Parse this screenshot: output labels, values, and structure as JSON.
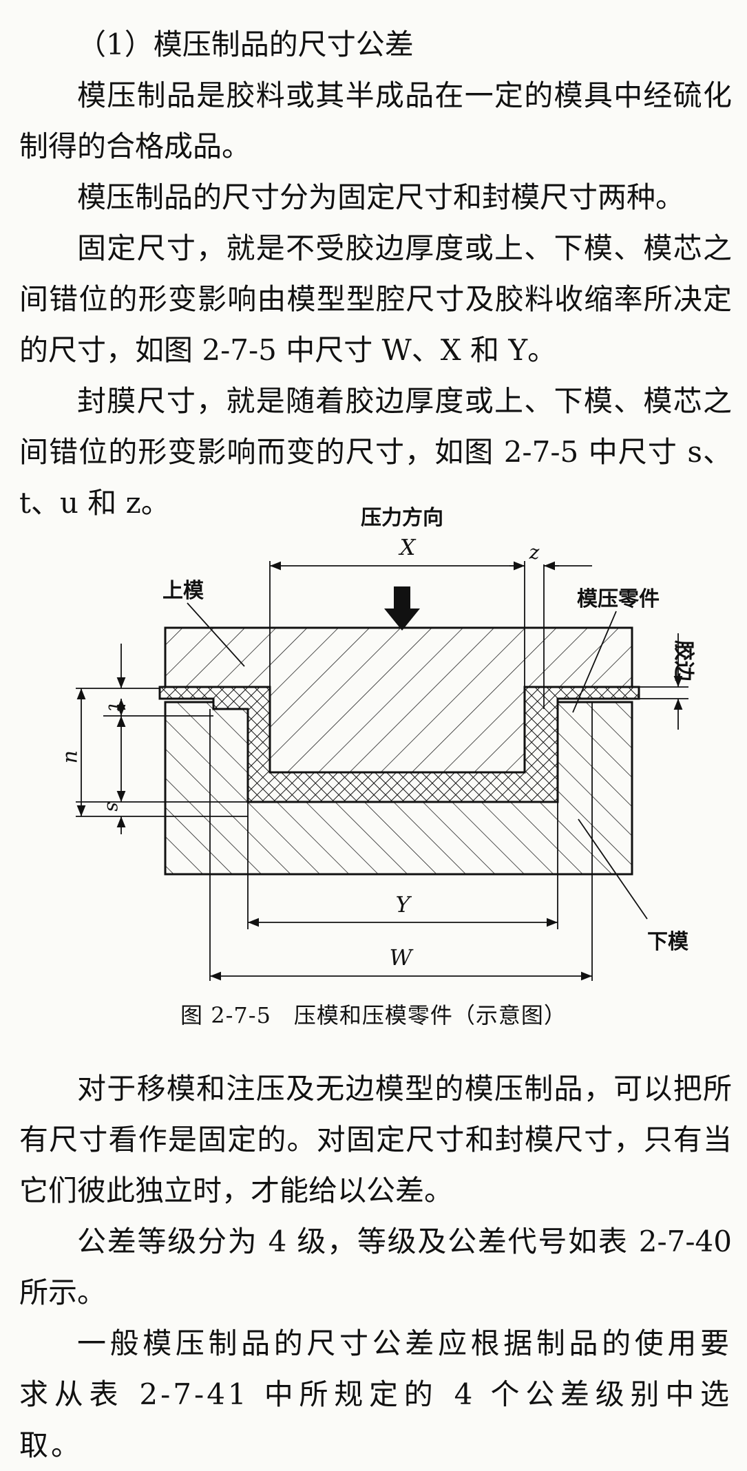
{
  "text": {
    "heading": "（1）模压制品的尺寸公差",
    "p1": "模压制品是胶料或其半成品在一定的模具中经硫化制得的合格成品。",
    "p2": "模压制品的尺寸分为固定尺寸和封模尺寸两种。",
    "p3": "固定尺寸，就是不受胶边厚度或上、下模、模芯之间错位的形变影响由模型型腔尺寸及胶料收缩率所决定的尺寸，如图 2-7-5 中尺寸 W、X 和 Y。",
    "p4": "封膜尺寸，就是随着胶边厚度或上、下模、模芯之间错位的形变影响而变的尺寸，如图 2-7-5 中尺寸 s、t、u 和 z。",
    "caption": "图 2-7-5　压模和压模零件（示意图）",
    "p5": "对于移模和注压及无边模型的模压制品，可以把所有尺寸看作是固定的。对固定尺寸和封模尺寸，只有当它们彼此独立时，才能给以公差。",
    "p6": "公差等级分为 4 级，等级及公差代号如表 2-7-40 所示。",
    "p7": "一般模压制品的尺寸公差应根据制品的使用要求从表 2-7-41 中所规定的 4 个公差级别中选取。"
  },
  "figure": {
    "pressure_direction": "压力方向",
    "upper_mold": "上模",
    "molded_part": "模压零件",
    "flash": "胶边",
    "lower_mold": "下模",
    "dim_X": "X",
    "dim_z": "z",
    "dim_Y": "Y",
    "dim_W": "W",
    "dim_u": "u",
    "dim_t": "t",
    "dim_s": "s"
  }
}
